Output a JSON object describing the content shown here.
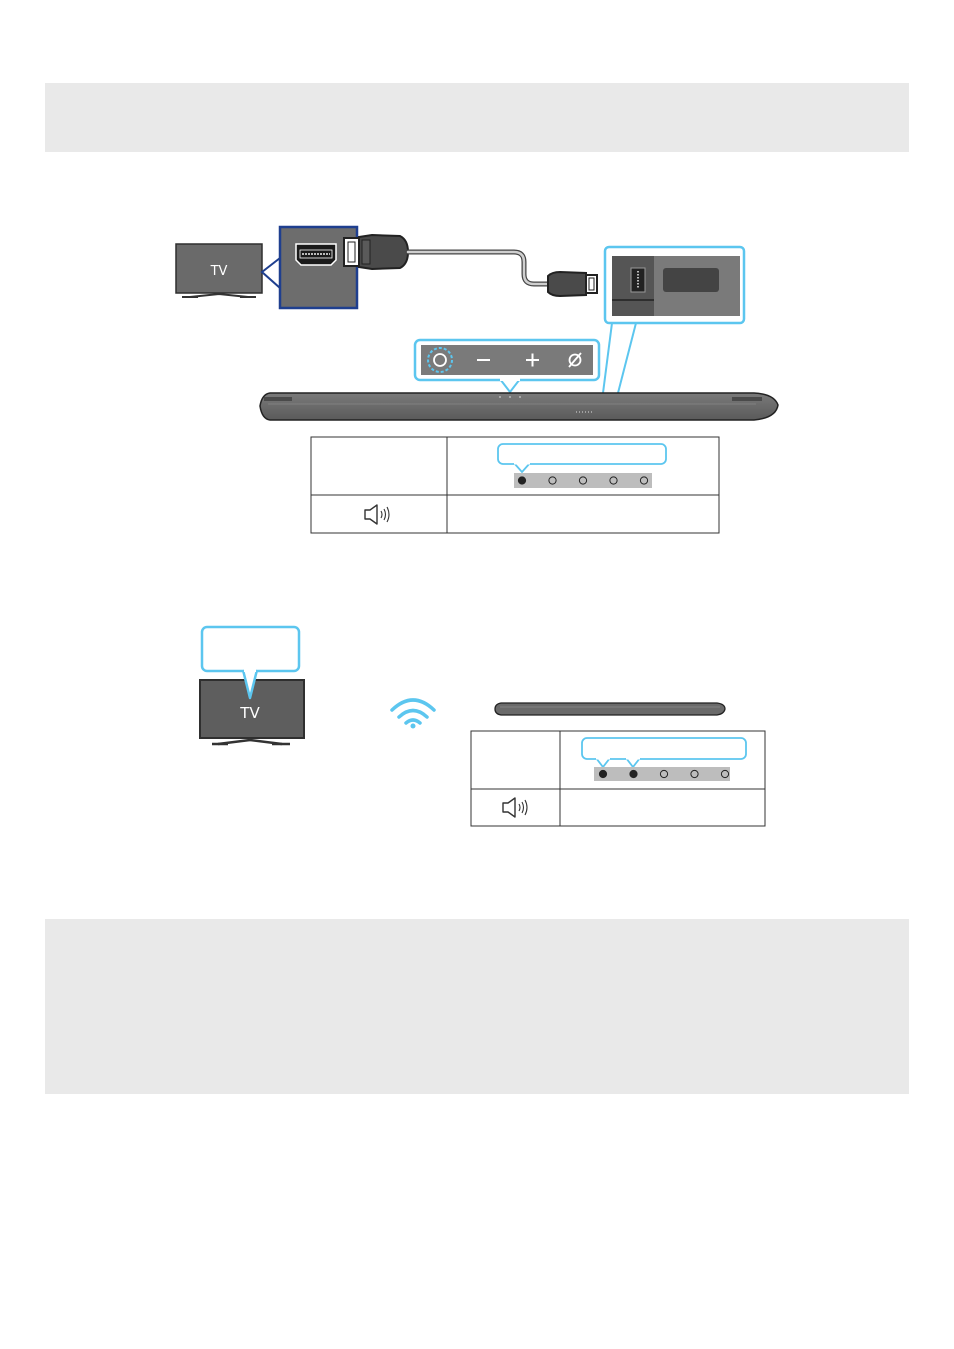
{
  "tv_labels": {
    "tv1": "TV",
    "tv2": "TV"
  },
  "icons": {
    "power": "power-icon",
    "volume_down": "minus-icon",
    "volume_up": "plus-icon",
    "mic_off": "mic-off-icon",
    "speaker": "speaker-icon",
    "wifi": "wifi-icon",
    "hdmi": "hdmi-plug-icon"
  },
  "indicators": {
    "step1": {
      "filled": 1,
      "total": 5
    },
    "step2": {
      "filled": 2,
      "total": 5
    }
  },
  "colors": {
    "callout_blue": "#5cc6ef",
    "hdmi_box_border": "#1f3f8f",
    "device_gray": "#6d6d6d",
    "band_gray": "#e9e9e9"
  }
}
